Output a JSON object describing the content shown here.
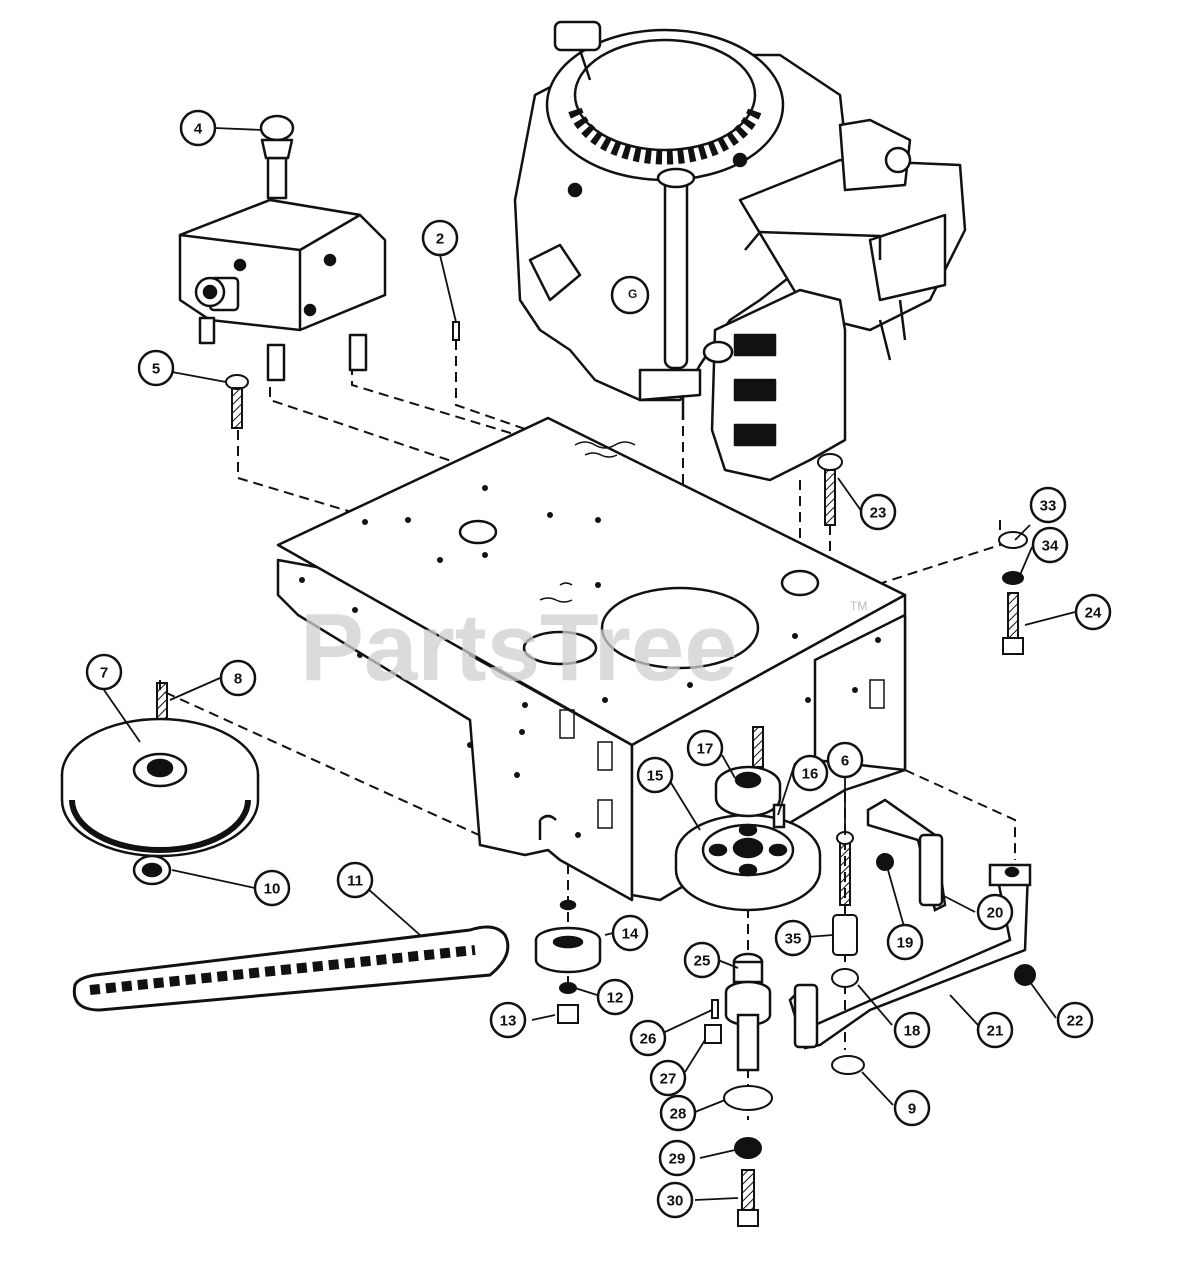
{
  "watermark": {
    "text": "PartsTree",
    "trademark": "TM"
  },
  "stamp_text": "G",
  "callouts": [
    {
      "id": "4",
      "label": "4"
    },
    {
      "id": "2",
      "label": "2"
    },
    {
      "id": "5",
      "label": "5"
    },
    {
      "id": "23",
      "label": "23"
    },
    {
      "id": "33",
      "label": "33"
    },
    {
      "id": "34",
      "label": "34"
    },
    {
      "id": "24",
      "label": "24"
    },
    {
      "id": "7",
      "label": "7"
    },
    {
      "id": "8",
      "label": "8"
    },
    {
      "id": "17",
      "label": "17"
    },
    {
      "id": "16",
      "label": "16"
    },
    {
      "id": "6",
      "label": "6"
    },
    {
      "id": "15",
      "label": "15"
    },
    {
      "id": "10",
      "label": "10"
    },
    {
      "id": "11",
      "label": "11"
    },
    {
      "id": "19",
      "label": "19"
    },
    {
      "id": "20",
      "label": "20"
    },
    {
      "id": "14",
      "label": "14"
    },
    {
      "id": "35",
      "label": "35"
    },
    {
      "id": "25",
      "label": "25"
    },
    {
      "id": "12",
      "label": "12"
    },
    {
      "id": "13",
      "label": "13"
    },
    {
      "id": "26",
      "label": "26"
    },
    {
      "id": "18",
      "label": "18"
    },
    {
      "id": "21",
      "label": "21"
    },
    {
      "id": "22",
      "label": "22"
    },
    {
      "id": "27",
      "label": "27"
    },
    {
      "id": "9",
      "label": "9"
    },
    {
      "id": "28",
      "label": "28"
    },
    {
      "id": "29",
      "label": "29"
    },
    {
      "id": "30",
      "label": "30"
    }
  ]
}
